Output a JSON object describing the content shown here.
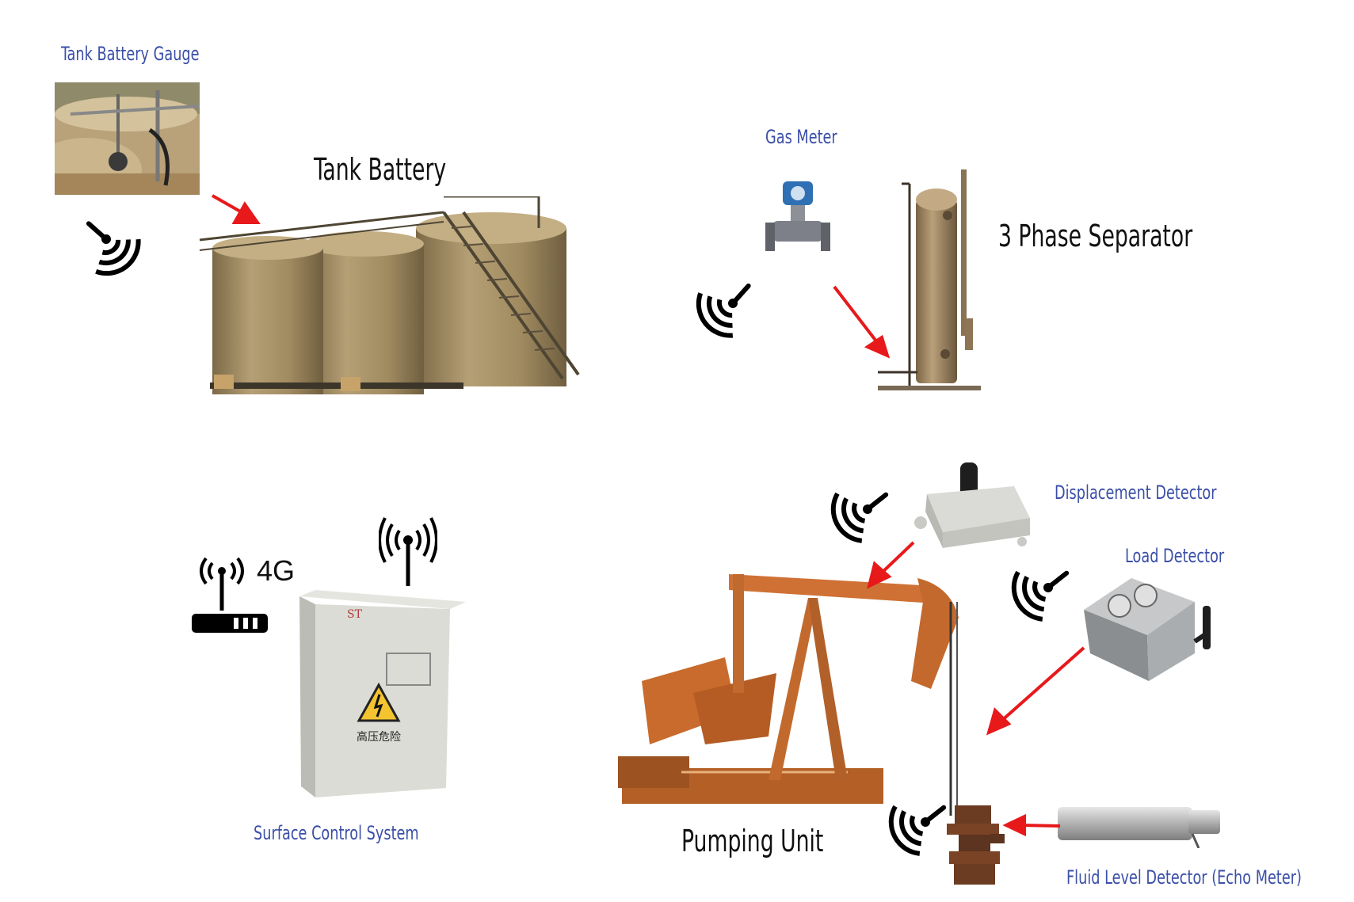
{
  "labels": {
    "tank_battery_gauge": "Tank Battery Gauge",
    "tank_battery": "Tank Battery",
    "gas_meter": "Gas Meter",
    "three_phase_separator": "3 Phase Separator",
    "displacement_detector": "Displacement Detector",
    "load_detector": "Load Detector",
    "surface_control_system": "Surface Control System",
    "pumping_unit": "Pumping Unit",
    "fluid_level_detector": "Fluid Level Detector (Echo Meter)",
    "network": "4G"
  },
  "cabinet_text": {
    "warning": "高压危险"
  },
  "icons": [
    "wireless-signal-icon",
    "router-icon",
    "antenna-icon",
    "warning-triangle-icon",
    "red-arrow-icon"
  ],
  "colors": {
    "label_blue": "#3b4fa8",
    "arrow_red": "#e8191b",
    "tank_tan": "#a8926a",
    "pump_orange": "#c56a2c",
    "cabinet_gray": "#dcdcd6"
  }
}
